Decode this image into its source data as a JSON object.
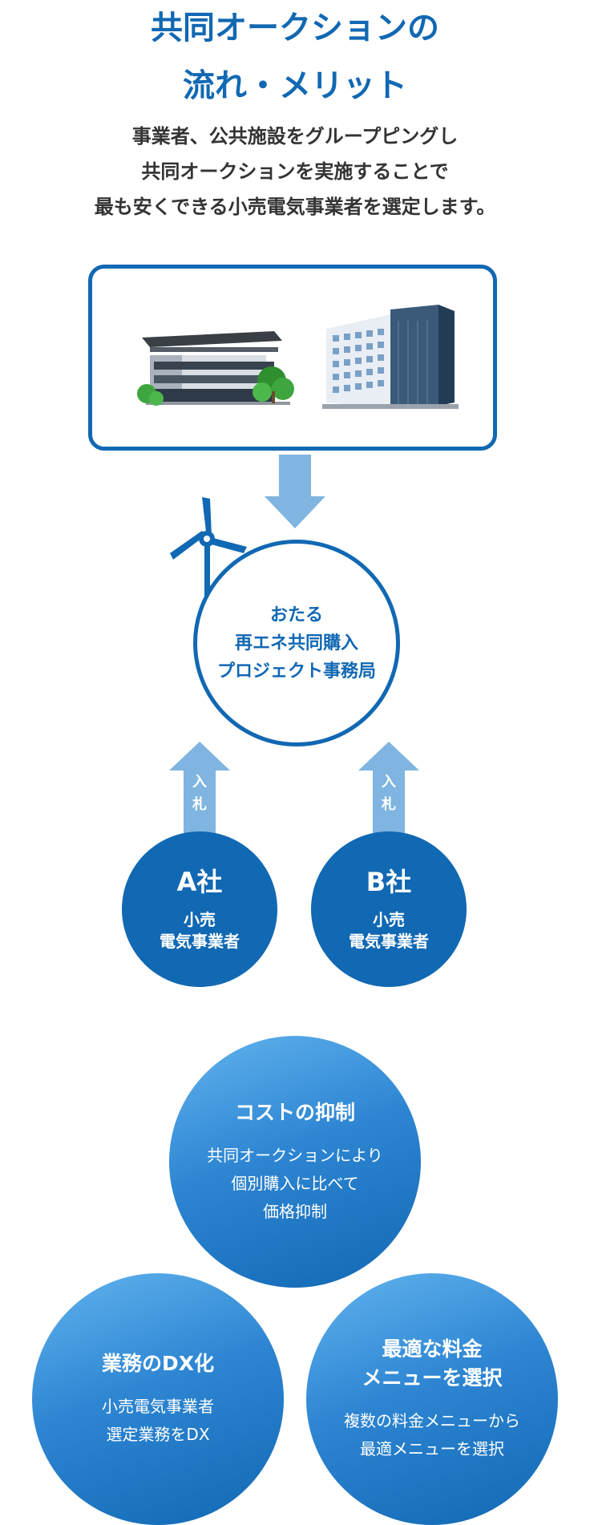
{
  "header": {
    "title_line1": "共同オークションの",
    "title_line2": "流れ・メリット"
  },
  "intro": {
    "line1": "事業者、公共施設をグループピングし",
    "line2": "共同オークションを実施することで",
    "line3": "最も安くできる小売電気事業者を選定します。"
  },
  "office": {
    "line1": "おたる",
    "line2": "再エネ共同購入",
    "line3": "プロジェクト事務局"
  },
  "bid_label": {
    "char1": "入",
    "char2": "札"
  },
  "companies": [
    {
      "name": "A社",
      "type_line1": "小売",
      "type_line2": "電気事業者"
    },
    {
      "name": "B社",
      "type_line1": "小売",
      "type_line2": "電気事業者"
    }
  ],
  "merits": {
    "cost": {
      "title": "コストの抑制",
      "body_line1": "共同オークションにより",
      "body_line2": "個別購入に比べて",
      "body_line3": "価格抑制"
    },
    "dx": {
      "title": "業務のDX化",
      "body_line1": "小売電気事業者",
      "body_line2": "選定業務をDX"
    },
    "plan": {
      "title_line1": "最適な料金",
      "title_line2": "メニューを選択",
      "body_line1": "複数の料金メニューから",
      "body_line2": "最適メニューを選択"
    }
  },
  "colors": {
    "primary": "#1168b3",
    "arrow": "#7fb5e0",
    "merit_light": "#62b4ee",
    "merit_dark": "#1168b3"
  },
  "icons": [
    "low-rise-building-icon",
    "office-tower-icon",
    "wind-turbine-icon",
    "down-arrow-icon",
    "up-arrow-icon"
  ]
}
